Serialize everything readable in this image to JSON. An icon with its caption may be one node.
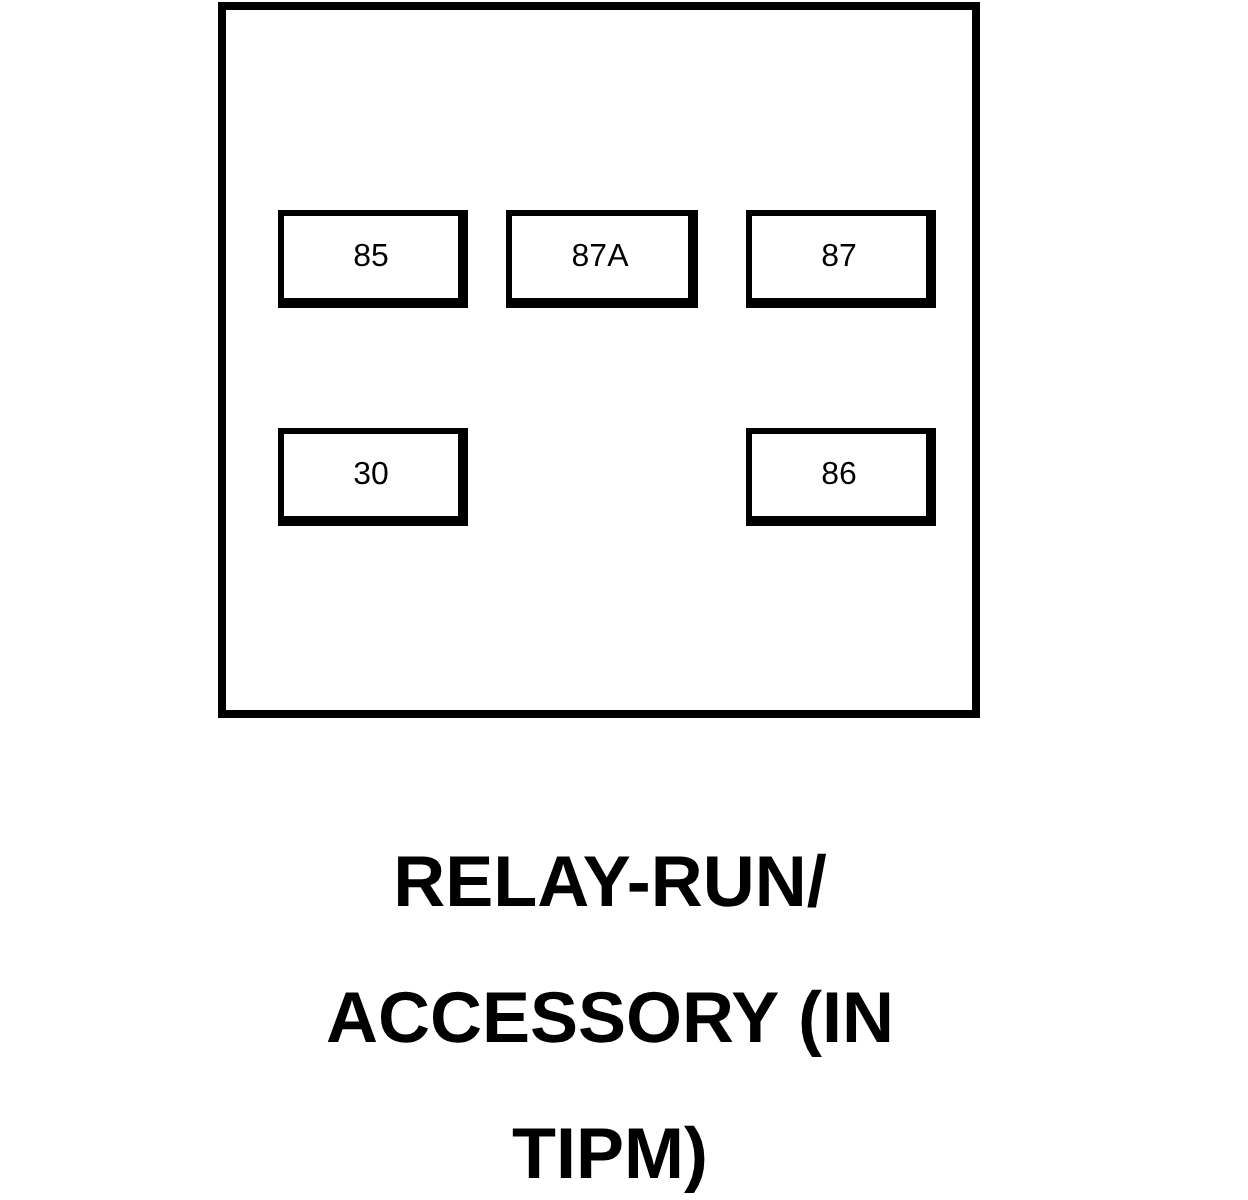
{
  "diagram": {
    "title": "RELAY-RUN/ ACCESSORY (IN TIPM)",
    "nodes": [
      {
        "text": [],
        "shape": "box"
      },
      {
        "text": [
          "85"
        ],
        "in": 0
      },
      {
        "text": [
          "87A"
        ],
        "in": 0
      },
      {
        "text": [
          "87"
        ],
        "in": 0
      },
      {
        "text": [
          "30"
        ],
        "in": 0
      },
      {
        "text": [
          "86"
        ],
        "in": 0
      }
    ]
  }
}
